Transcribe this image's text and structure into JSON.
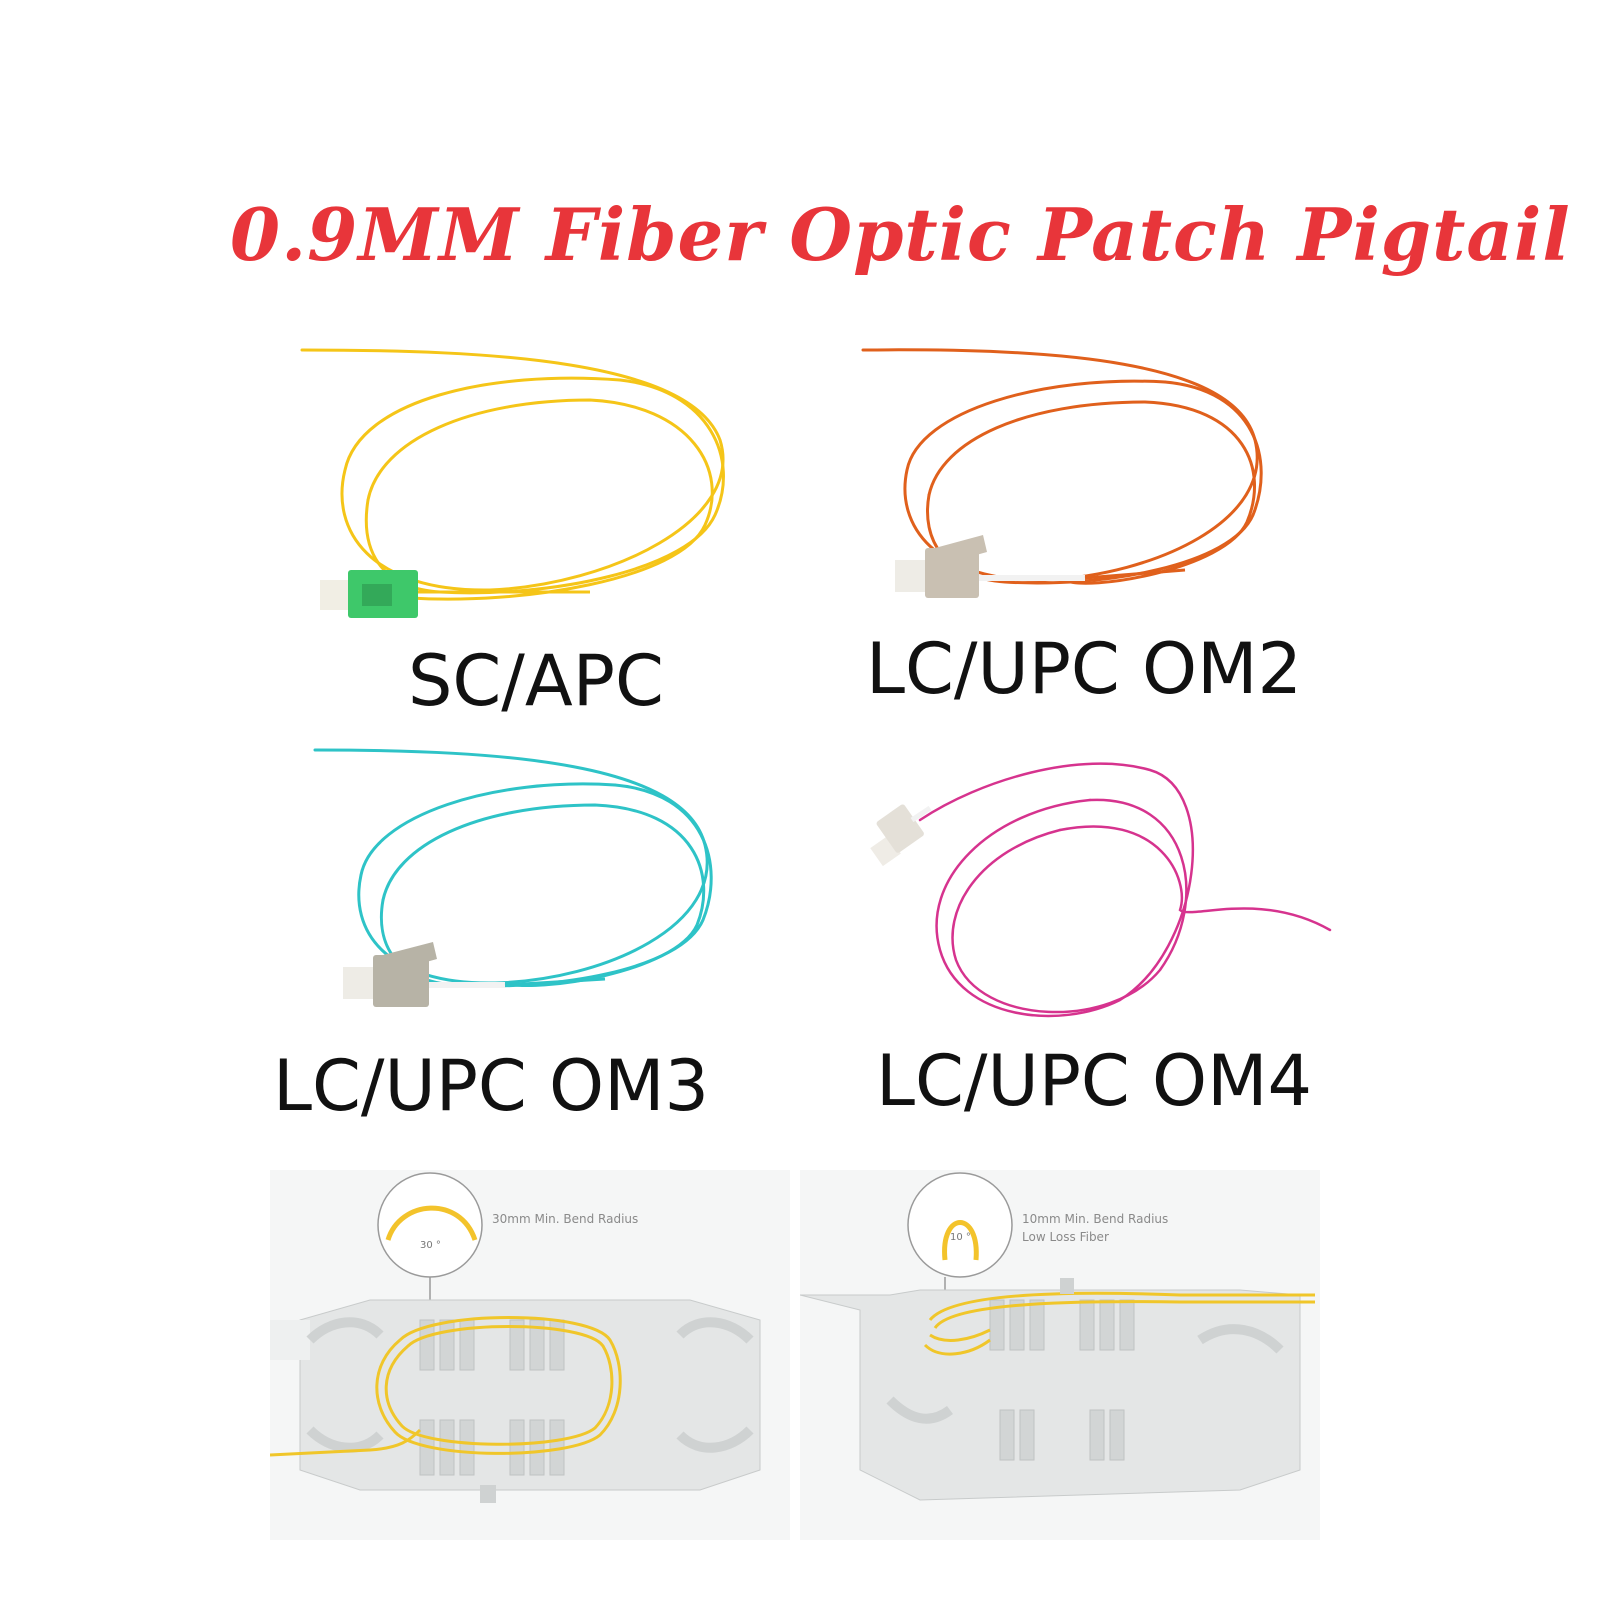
{
  "title": "0.9MM Fiber Optic Patch Pigtail",
  "products": [
    {
      "label": "SC/APC",
      "cable_color": "#f5c518",
      "connector_color": "#3ec86a"
    },
    {
      "label": "LC/UPC OM2",
      "cable_color": "#e0601c",
      "connector_color": "#c9c0b2"
    },
    {
      "label": "LC/UPC OM3",
      "cable_color": "#2ec3c7",
      "connector_color": "#b7b3a6"
    },
    {
      "label": "LC/UPC OM4",
      "cable_color": "#d6338e",
      "connector_color": "#e4e0d8"
    }
  ],
  "trays": [
    {
      "callout_line1": "30mm Min. Bend Radius",
      "callout_line2": "",
      "angle_label": "30 °"
    },
    {
      "callout_line1": "10mm Min. Bend Radius",
      "callout_line2": "Low Loss Fiber",
      "angle_label": "10 °"
    }
  ]
}
